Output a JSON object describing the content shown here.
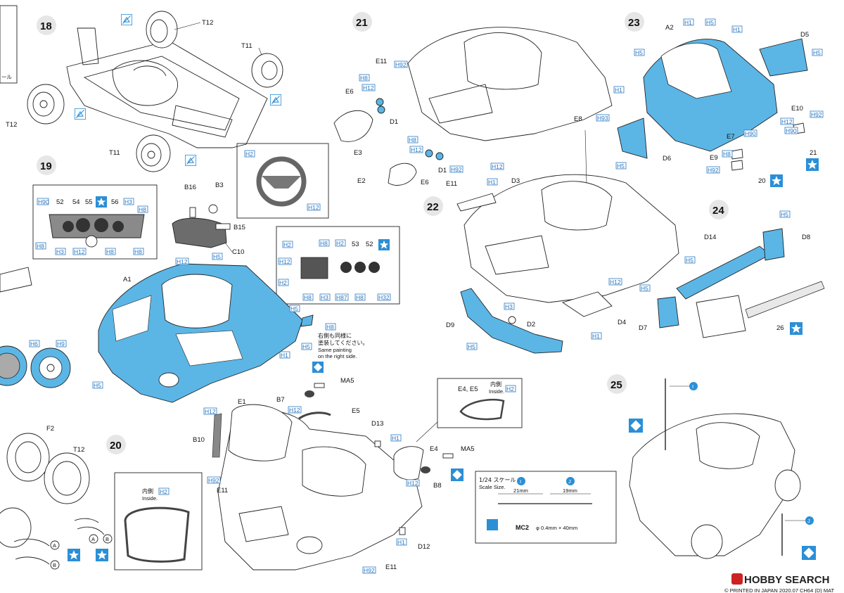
{
  "steps": {
    "s18": "18",
    "s19": "19",
    "s20": "20",
    "s21": "21",
    "s22": "22",
    "s23": "23",
    "s24": "24",
    "s25": "25"
  },
  "parts": {
    "t12a": "T12",
    "t11a": "T11",
    "t12b": "T12",
    "t11b": "T11",
    "a1": "A1",
    "b16": "B16",
    "b3": "B3",
    "b15": "B15",
    "c10": "C10",
    "e11a": "E11",
    "e6a": "E6",
    "d1a": "D1",
    "e3": "E3",
    "e2": "E2",
    "e6b": "E6",
    "d1b": "D1",
    "e11b": "E11",
    "e8": "E8",
    "d3": "D3",
    "d9": "D9",
    "d2": "D2",
    "d4": "D4",
    "a2": "A2",
    "d5": "D5",
    "d6": "D6",
    "e7": "E7",
    "e9": "E9",
    "e10": "E10",
    "n21": "21",
    "n20": "20",
    "d14": "D14",
    "d8": "D8",
    "d7": "D7",
    "n26": "26",
    "e1": "E1",
    "b7": "B7",
    "ma5a": "MA5",
    "e5": "E5",
    "b10": "B10",
    "d13": "D13",
    "e4": "E4",
    "ma5b": "MA5",
    "b8": "B8",
    "e11c": "E11",
    "e11d": "E11",
    "d12": "D12",
    "f2": "F2",
    "t12c": "T12",
    "e4e5": "E4, E5",
    "mc2": "MC2"
  },
  "decals": {
    "d52": "52",
    "d54": "54",
    "d55": "55",
    "d56": "56",
    "d53": "53",
    "d52b": "52"
  },
  "colors": {
    "h1": "H1",
    "h2": "H2",
    "h3": "H3",
    "h5": "H5",
    "h6": "H6",
    "h8": "H8",
    "h9": "H9",
    "h12": "H12",
    "h32": "H32",
    "h87": "H87",
    "h90": "H90",
    "h92": "H92",
    "h93": "H93"
  },
  "notes": {
    "right_side_jp": "右側も同様に",
    "right_side_jp2": "塗装してください。",
    "right_side_en1": "Same painting",
    "right_side_en2": "on the right side.",
    "inside_jp": "内側",
    "inside_en": "Inside.",
    "inside_jp2": "内側",
    "inside_en2": "Inside.",
    "scale_title": "1/24 スケール",
    "scale_en": "Scale Size.",
    "scale_i_len": "21mm",
    "scale_j_len": "19mm",
    "mc2_spec": "φ 0.4mm × 40mm",
    "top_left_frag": "ール",
    "bubble_i": "I",
    "bubble_j": "J",
    "bubble_a": "A",
    "bubble_b": "B",
    "printed": "© PRINTED IN JAPAN 2020.07 CH64 (D) MAT"
  },
  "watermark": {
    "brand": "HOBBY SEARCH"
  },
  "palette": {
    "accent_blue": "#5bb6e6",
    "code_blue": "#2b79c2"
  }
}
